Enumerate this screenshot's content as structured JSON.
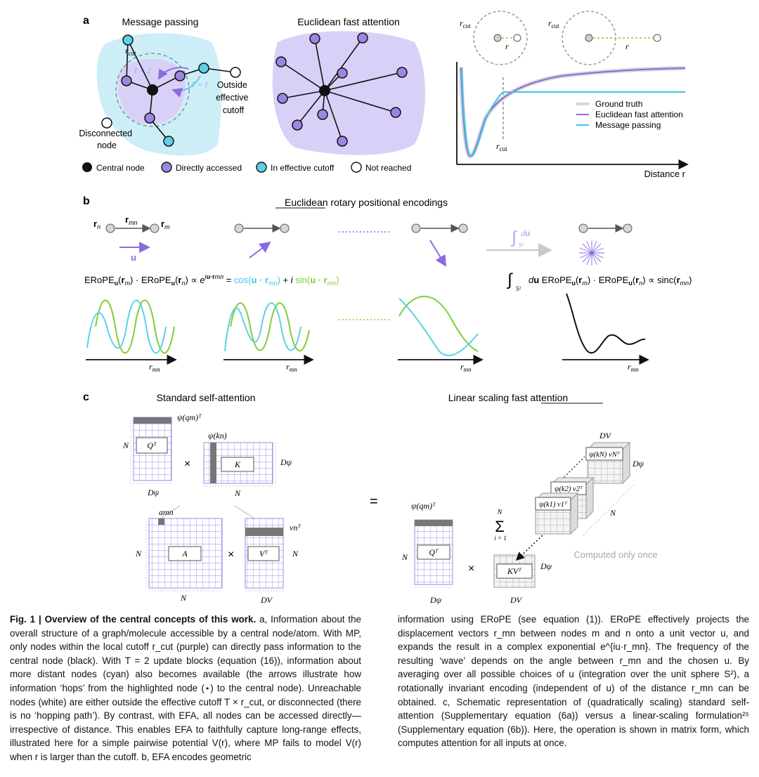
{
  "figure": {
    "panel_a": {
      "label": "a",
      "mp_title": "Message passing",
      "efa_title": "Euclidean fast attention",
      "rcut": "r",
      "rcut_sub": "cut",
      "t2": "T = 2",
      "t1": "T = 1",
      "outside_lines": [
        "Outside",
        "effective",
        "cutoff"
      ],
      "disconnected_lines": [
        "Disconnected",
        "node"
      ],
      "legend": [
        "Central node",
        "Directly accessed",
        "In effective cutoff",
        "Not reached"
      ],
      "colors": {
        "purple": "#9b87e3",
        "cyan": "#5fd0e6",
        "purple_bg": "#d9d0f7",
        "cyan_bg": "#cdeef7"
      }
    },
    "panel_a_plot": {
      "r_label": "r",
      "legend": [
        "Ground truth",
        "Euclidean fast attention",
        "Message passing"
      ],
      "xlabel": "Distance r",
      "colors": {
        "ground_truth": "#d0d0d0",
        "efa": "#8b6ae0",
        "mp": "#3cc6ea"
      }
    },
    "panel_b": {
      "label": "b",
      "title": "Euclidean rotary positional encodings",
      "rn": "r",
      "rn_sub": "n",
      "rm": "r",
      "rm_sub": "m",
      "rmn": "r",
      "rmn_sub": "mn",
      "u": "u",
      "integral_label": "∫ du",
      "integral_sub": "S²",
      "eq_left": "ERoPE",
      "eq_right": "∫S² du ERoPE(rm) · ERoPE(rn) ∝ sinc(rmn)",
      "axis_label": "r",
      "axis_sub": "mn"
    },
    "panel_c": {
      "label": "c",
      "left_title": "Standard self-attention",
      "right_title": "Linear scaling fast attention",
      "N": "N",
      "Dpsi": "Dψ",
      "DV": "DV",
      "QT": "Qᵀ",
      "K": "K",
      "A": "A",
      "VT": "Vᵀ",
      "KVT": "KVᵀ",
      "psi_qm": "ψ(qm)ᵀ",
      "psi_kn": "ψ(kn)",
      "amn": "amn",
      "vn": "vnᵀ",
      "kv_N": "ψ(kN) vNᵀ",
      "kv_2": "ψ(k2) v2ᵀ",
      "kv_1": "ψ(k1) v1ᵀ",
      "sum_top": "N",
      "sum_bottom": "i = 1",
      "equals": "=",
      "times": "×",
      "computed_once": "Computed only once"
    }
  },
  "caption": {
    "heading": "Fig. 1 | Overview of the central concepts of this work.",
    "left_paragraph": " a, Information about the overall structure of a graph/molecule accessible by a central node/atom. With MP, only nodes within the local cutoff r_cut (purple) can directly pass information to the central node (black). With T = 2 update blocks (equation (16)), information about more distant nodes (cyan) also becomes available (the arrows illustrate how information ‘hops’ from the highlighted node (⋆) to the central node). Unreachable nodes (white) are either outside the effective cutoff T × r_cut, or disconnected (there is no ‘hopping path’). By contrast, with EFA, all nodes can be accessed directly—irrespective of distance. This enables EFA to faithfully capture long-range effects, illustrated here for a simple pairwise potential V(r), where MP fails to model V(r) when r is larger than the cutoff. b, EFA encodes geometric",
    "right_paragraph": "information using ERoPE (see equation (1)). ERoPE effectively projects the displacement vectors r_mn between nodes m and n onto a unit vector u, and expands the result in a complex exponential e^{iu·r_mn}. The frequency of the resulting ‘wave’ depends on the angle between r_mn and the chosen u. By averaging over all possible choices of u (integration over the unit sphere S²), a rotationally invariant encoding (independent of u) of the distance r_mn can be obtained. c, Schematic representation of (quadratically scaling) standard self-attention (Supplementary equation (6a)) versus a linear-scaling formulation²⁵ (Supplementary equation (6b)). Here, the operation is shown in matrix form, which computes attention for all inputs at once."
  }
}
